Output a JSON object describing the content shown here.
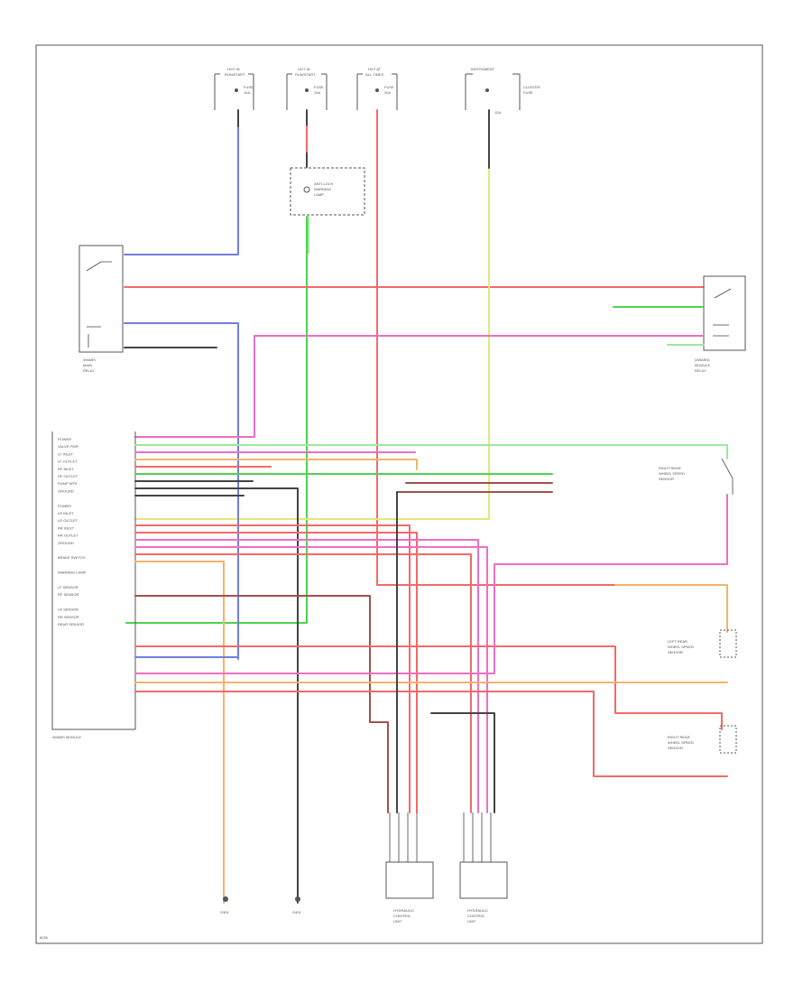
{
  "colors": {
    "red": "#f26a6a",
    "pink": "#ee6fbf",
    "green": "#4fd24f",
    "lightgreen": "#9be89b",
    "blue": "#6e7fe0",
    "yellow": "#e6e67a",
    "orange": "#f4b36a",
    "brown": "#a3504b",
    "violet": "#c07fe0",
    "black": "#444444",
    "frame": "#555555"
  },
  "fuses": {
    "f1": [
      "HOT IN",
      "RUN/START",
      "FUSE",
      "10A"
    ],
    "f2": [
      "HOT IN",
      "RUN/START",
      "FUSE",
      "10A"
    ],
    "f3": [
      "HOT AT",
      "ALL TIMES",
      "FUSE",
      "20A"
    ],
    "f4": [
      "INSTRUMENT",
      "CLUSTER",
      "FUSE",
      "10A"
    ]
  },
  "labels": {
    "relay_name": [
      "4WABS",
      "MAIN",
      "RELAY"
    ],
    "relay_label": [
      "(4WABS)",
      "MODULE",
      "RELAY"
    ],
    "module_name": [
      "4WABS MODULE"
    ],
    "warning_lamp": [
      "ANTI-LOCK",
      "WARNING",
      "LAMP"
    ],
    "sensor_left": [
      "LEFT REAR",
      "WHEEL SPEED",
      "SENSOR"
    ],
    "sensor_right": [
      "RIGHT REAR",
      "WHEEL SPEED",
      "SENSOR"
    ],
    "hcu": [
      "HYDRAULIC",
      "CONTROL",
      "UNIT"
    ],
    "ground_left": [
      "G301"
    ],
    "ground_right": [
      "G401"
    ],
    "page_id": "6026"
  },
  "module_pins": [
    "POWER",
    "VALVE PWR",
    "LF INLET",
    "LF OUTLET",
    "RF INLET",
    "RF OUTLET",
    "PUMP MTR",
    "GROUND",
    "",
    "POWER",
    "LR INLET",
    "LR OUTLET",
    "RR INLET",
    "RR OUTLET",
    "GROUND",
    "",
    "BRAKE SWITCH",
    "",
    "WARNING LAMP",
    "",
    "LF SENSOR",
    "RF SENSOR",
    "",
    "LR SENSOR",
    "RR SENSOR",
    "REAR SENSOR"
  ]
}
